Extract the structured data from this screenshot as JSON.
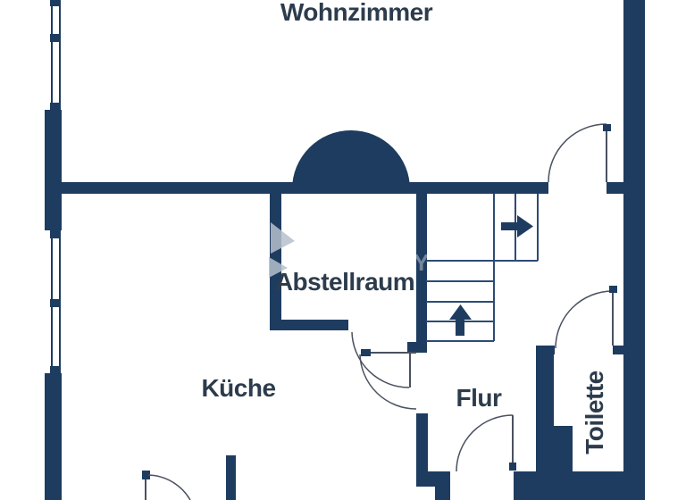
{
  "floorplan": {
    "rooms": {
      "wohnzimmer": {
        "label": "Wohnzimmer"
      },
      "abstellraum": {
        "label": "Abstellraum"
      },
      "kueche": {
        "label": "Küche"
      },
      "flur": {
        "label": "Flur"
      },
      "toilette": {
        "label": "Toilette"
      }
    },
    "stairs": {
      "flight_up_icon": "arrow-up",
      "flight_right_icon": "arrow-right"
    },
    "watermark": {
      "letter": "Y"
    },
    "colors": {
      "wall": "#1e3c60",
      "label_text": "#2d3c4c",
      "stair_line": "#2d4b74",
      "door_line": "#4a5160",
      "window_line": "#1e3c60",
      "watermark_gray": "#b6c0cd",
      "background": "#ffffff"
    }
  }
}
